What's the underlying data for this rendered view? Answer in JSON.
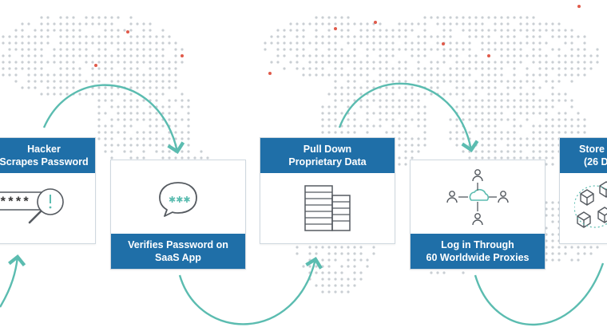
{
  "steps": [
    {
      "line1": "Hacker",
      "line2": "Scrapes Password",
      "password_mask": "****"
    },
    {
      "line1": "Verifies Password on",
      "line2": "SaaS App"
    },
    {
      "line1": "Pull Down",
      "line2": "Proprietary Data"
    },
    {
      "line1": "Log in Through",
      "line2": "60 Worldwide Proxies"
    },
    {
      "line1": "Store",
      "line2": "(26 D"
    }
  ],
  "colors": {
    "primary_blue": "#1f6fa8",
    "teal_arrow": "#5bbcb0",
    "dot_gray": "#c9ced3",
    "dot_red": "#e05a4a",
    "icon_gray": "#555a60"
  }
}
